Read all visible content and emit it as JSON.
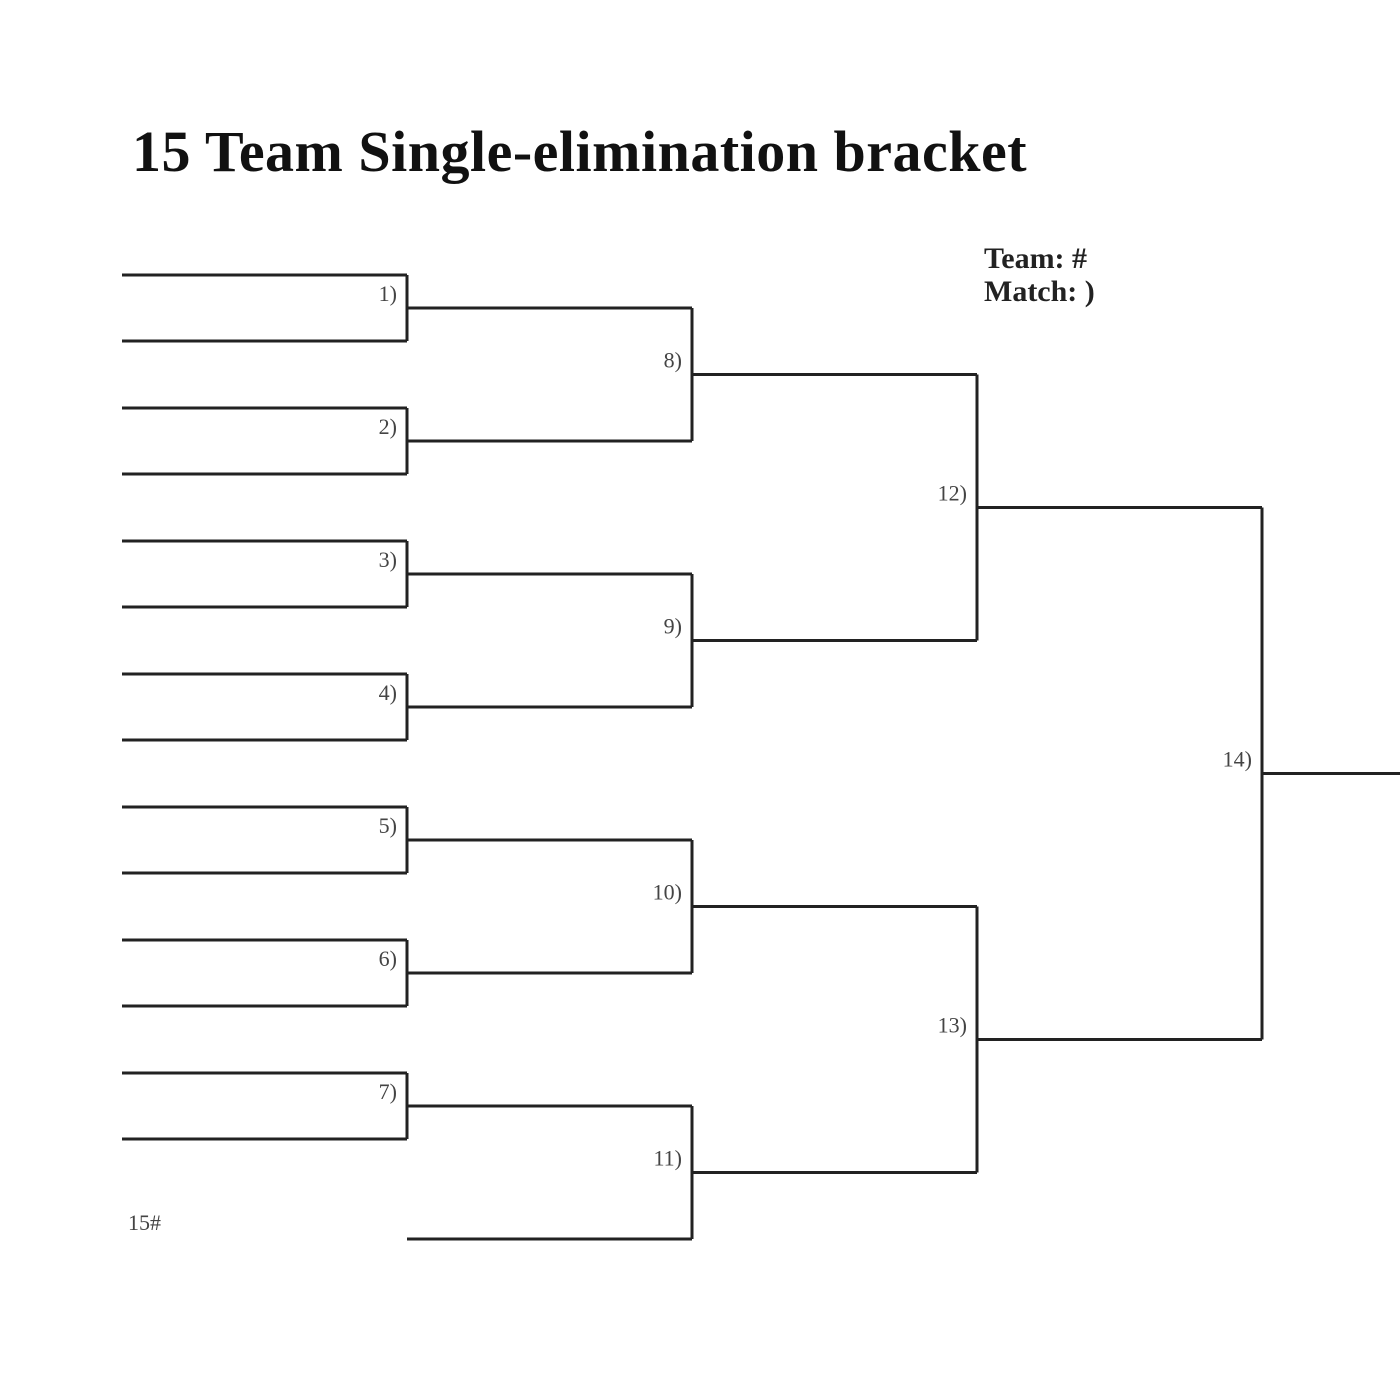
{
  "title": "15 Team Single-elimination bracket",
  "legend": {
    "team": "Team: #",
    "match": "Match: )"
  },
  "bye_seed_label": "15#",
  "matches": {
    "round1": [
      "1)",
      "2)",
      "3)",
      "4)",
      "5)",
      "6)",
      "7)"
    ],
    "round2": [
      "8)",
      "9)",
      "10)",
      "11)"
    ],
    "round3": [
      "12)",
      "13)"
    ],
    "round4": [
      "14)"
    ]
  },
  "colors": {
    "line": "#222222",
    "label": "#444444",
    "title": "#111111"
  }
}
